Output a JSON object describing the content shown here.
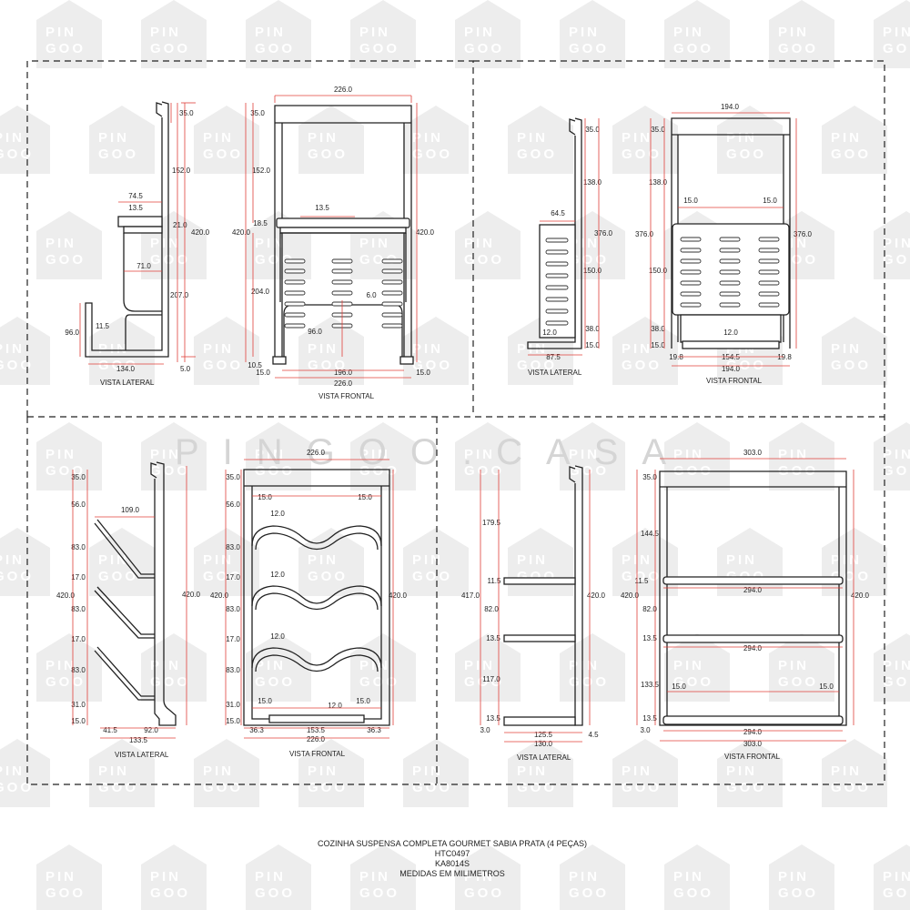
{
  "watermark": {
    "line1": "PIN",
    "line2": "GOO",
    "center_text": "PINGOO.CASA"
  },
  "views": {
    "p1_lateral": "VISTA LATERAL",
    "p1_frontal": "VISTA FRONTAL",
    "p2_lateral": "VISTA LATERAL",
    "p2_frontal": "VISTA FRONTAL",
    "p3_lateral": "VISTA LATERAL",
    "p3_frontal": "VISTA FRONTAL",
    "p4_lateral": "VISTA LATERAL",
    "p4_frontal": "VISTA FRONTAL"
  },
  "title_block": {
    "name": "COZINHA SUSPENSA COMPLETA GOURMET SABIA PRATA (4 PEÇAS)",
    "code1": "HTC0497",
    "code2": "KA8014S",
    "units": "MEDIDAS EM MILIMETROS"
  },
  "dims": {
    "p1": [
      "35.0",
      "152.0",
      "74.5",
      "13.5",
      "21.0",
      "420.0",
      "71.0",
      "207.0",
      "96.0",
      "11.5",
      "134.0",
      "5.0",
      "226.0",
      "35.0",
      "152.0",
      "420.0",
      "13.5",
      "18.5",
      "420.0",
      "204.0",
      "6.0",
      "96.0",
      "10.5",
      "15.0",
      "196.0",
      "15.0",
      "226.0"
    ],
    "p2": [
      "35.0",
      "138.0",
      "64.5",
      "376.0",
      "150.0",
      "12.0",
      "38.0",
      "15.0",
      "87.5",
      "194.0",
      "35.0",
      "138.0",
      "15.0",
      "15.0",
      "376.0",
      "376.0",
      "150.0",
      "38.0",
      "12.0",
      "15.0",
      "19.8",
      "154.5",
      "19.8",
      "194.0"
    ],
    "p3": [
      "35.0",
      "56.0",
      "109.0",
      "83.0",
      "17.0",
      "420.0",
      "83.0",
      "17.0",
      "83.0",
      "31.0",
      "15.0",
      "41.5",
      "92.0",
      "133.5",
      "420.0",
      "226.0",
      "35.0",
      "15.0",
      "15.0",
      "56.0",
      "12.0",
      "83.0",
      "12.0",
      "17.0",
      "420.0",
      "83.0",
      "420.0",
      "17.0",
      "12.0",
      "83.0",
      "31.0",
      "15.0",
      "15.0",
      "12.0",
      "15.0",
      "36.3",
      "153.5",
      "36.3",
      "226.0"
    ],
    "p4": [
      "179.5",
      "11.5",
      "417.0",
      "82.0",
      "420.0",
      "13.5",
      "117.0",
      "13.5",
      "3.0",
      "125.5",
      "4.5",
      "130.0",
      "303.0",
      "35.0",
      "144.5",
      "11.5",
      "420.0",
      "294.0",
      "82.0",
      "420.0",
      "13.5",
      "294.0",
      "133.5",
      "15.0",
      "15.0",
      "13.5",
      "3.0",
      "294.0",
      "303.0"
    ]
  }
}
